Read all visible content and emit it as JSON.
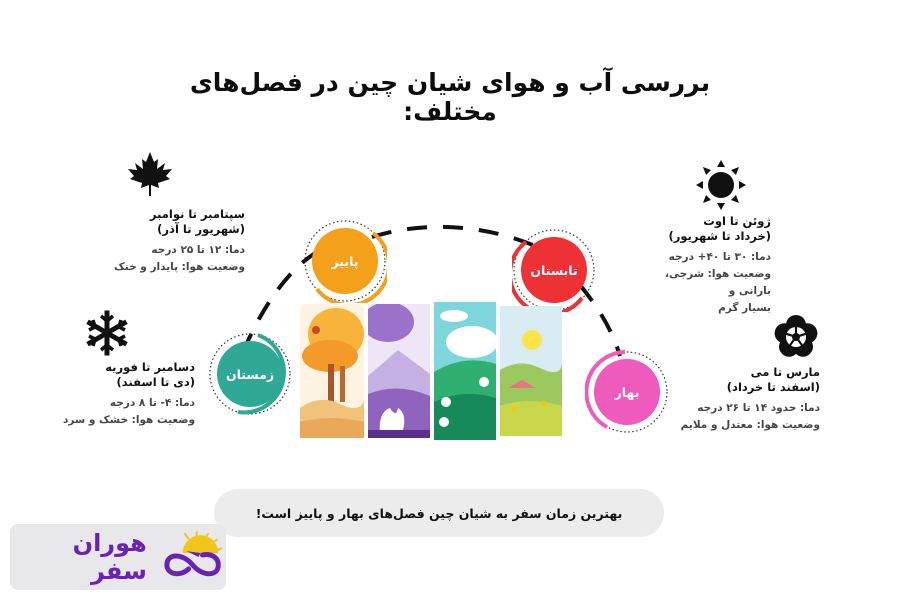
{
  "title": "بررسی آب و هوای شیان چین در فصل‌های مختلف:",
  "seasons": {
    "autumn": {
      "label": "پاییز",
      "color": "#f5a01a",
      "months": "سپتامبر تا نوامبر",
      "persian_months": "(شهریور تا آذر)",
      "temperature": "دما: ۱۲ تا ۲۵ درجه",
      "weather": "وضعیت هوا: پایدار و خنک",
      "icon": "maple-leaf-icon"
    },
    "summer": {
      "label": "تابستان",
      "color": "#ee3135",
      "months": "ژوئن تا اوت",
      "persian_months": "(خرداد تا شهریور)",
      "temperature": "دما: ۳۰ تا ۴۰+ درجه",
      "weather": "وضعیت هوا: شرجی، بارانی و",
      "weather_2": "بسیار گرم",
      "icon": "sun-icon"
    },
    "winter": {
      "label": "زمستان",
      "color": "#2fa896",
      "months": "دسامبر تا فوریه",
      "persian_months": "(دی تا اسفند)",
      "temperature": "دما: ۴- تا ۸ درجه",
      "weather": "وضعیت هوا: خشک و سرد",
      "icon": "snowflake-icon"
    },
    "spring": {
      "label": "بهار",
      "color": "#ee5bbd",
      "months": "مارس تا می",
      "persian_months": "(اسفند تا خرداد)",
      "temperature": "دما: حدود ۱۴ تا ۲۶ درجه",
      "weather": "وضعیت هوا: معتدل و ملایم",
      "icon": "flower-icon"
    }
  },
  "banner": "بهترین زمان سفر به شیان چین فصل‌های بهار و پاییز است!",
  "logo": {
    "text": "هوران سفر",
    "brand_color": "#6a21b8",
    "accent_color": "#f2c617"
  }
}
